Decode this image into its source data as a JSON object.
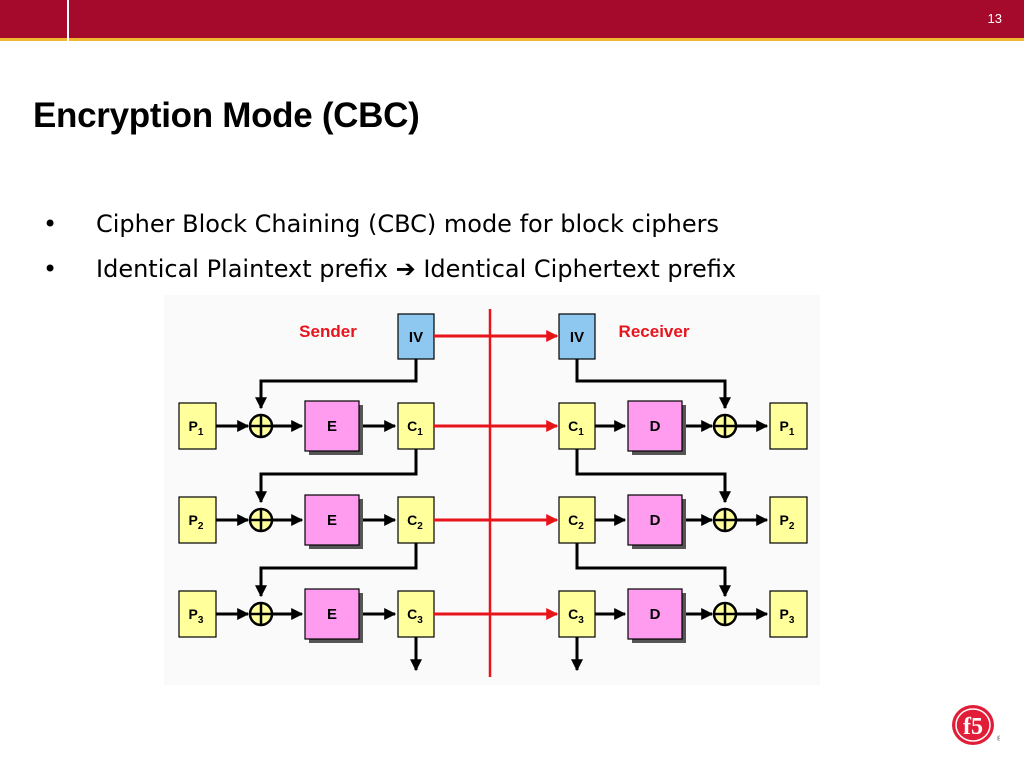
{
  "slide": {
    "number": "13",
    "title": "Encryption Mode (CBC)"
  },
  "bullets": [
    {
      "marker": "•",
      "text": "Cipher Block Chaining (CBC) mode for block ciphers"
    },
    {
      "marker": "•",
      "text_before": "Identical Plaintext prefix",
      "arrow": "➔",
      "text_after": "Identical Ciphertext prefix"
    }
  ],
  "diagram": {
    "sender_label": "Sender",
    "receiver_label": "Receiver",
    "iv_label": "IV",
    "encrypt_label": "E",
    "decrypt_label": "D",
    "rows": [
      {
        "p": "P",
        "c": "C",
        "index": "1"
      },
      {
        "p": "P",
        "c": "C",
        "index": "2"
      },
      {
        "p": "P",
        "c": "C",
        "index": "3"
      }
    ],
    "colors": {
      "iv": "#8ec8f0",
      "cipher": "#ff9cf0",
      "block": "#ffff9c",
      "channel": "#e8141c",
      "label": "#e8141c"
    }
  },
  "brand": {
    "logo_text": "f5",
    "accent": "#a50a2d",
    "stripe": "#f0b830"
  }
}
